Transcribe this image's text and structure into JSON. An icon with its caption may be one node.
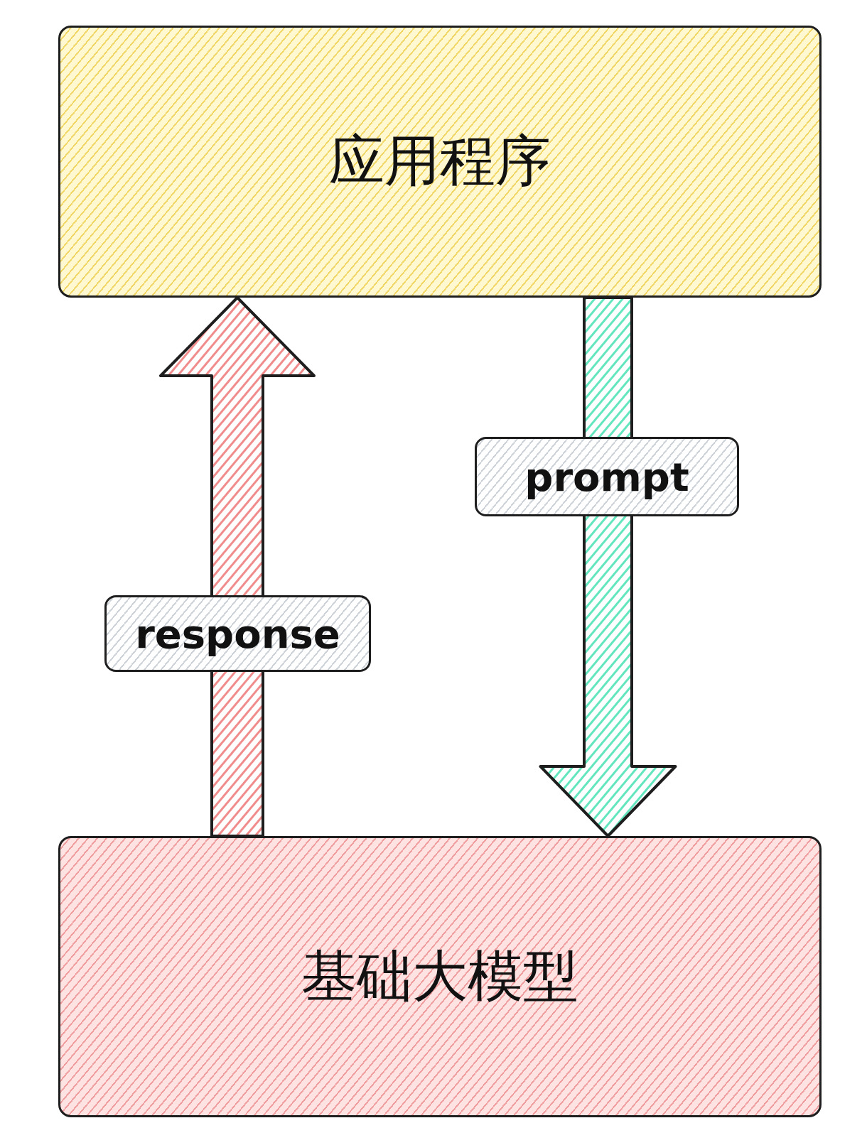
{
  "diagram": {
    "nodes": [
      {
        "text": [
          "应用程序"
        ]
      },
      {
        "text": [
          "基础大模型"
        ]
      }
    ],
    "edges": [
      {
        "from": 1,
        "to": 0,
        "arrow": "to",
        "label": "response",
        "style": "thick",
        "color": "#f08c8c"
      },
      {
        "from": 0,
        "to": 1,
        "arrow": "to",
        "label": "prompt",
        "style": "thick",
        "color": "#63e6be"
      }
    ]
  }
}
